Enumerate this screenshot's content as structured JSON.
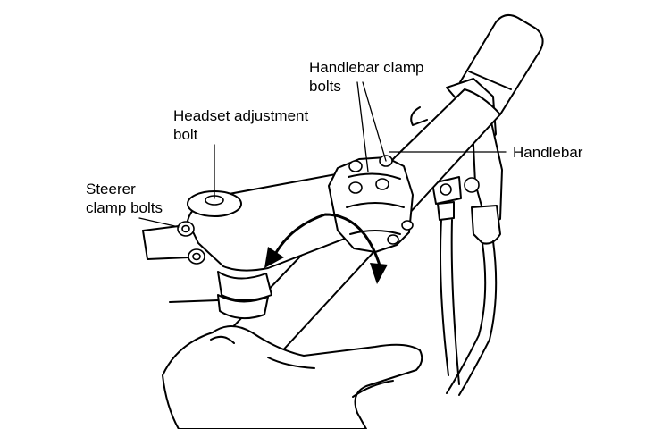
{
  "labels": {
    "handlebar_clamp_bolts": "Handlebar clamp\nbolts",
    "headset_adjustment_bolt": "Headset adjustment\nbolt",
    "handlebar": "Handlebar",
    "steerer_clamp_bolts": "Steerer\nclamp bolts"
  },
  "colors": {
    "line": "#000000",
    "background": "#ffffff"
  },
  "icons": {
    "rotation_arrow": "curved-double-arrow"
  }
}
